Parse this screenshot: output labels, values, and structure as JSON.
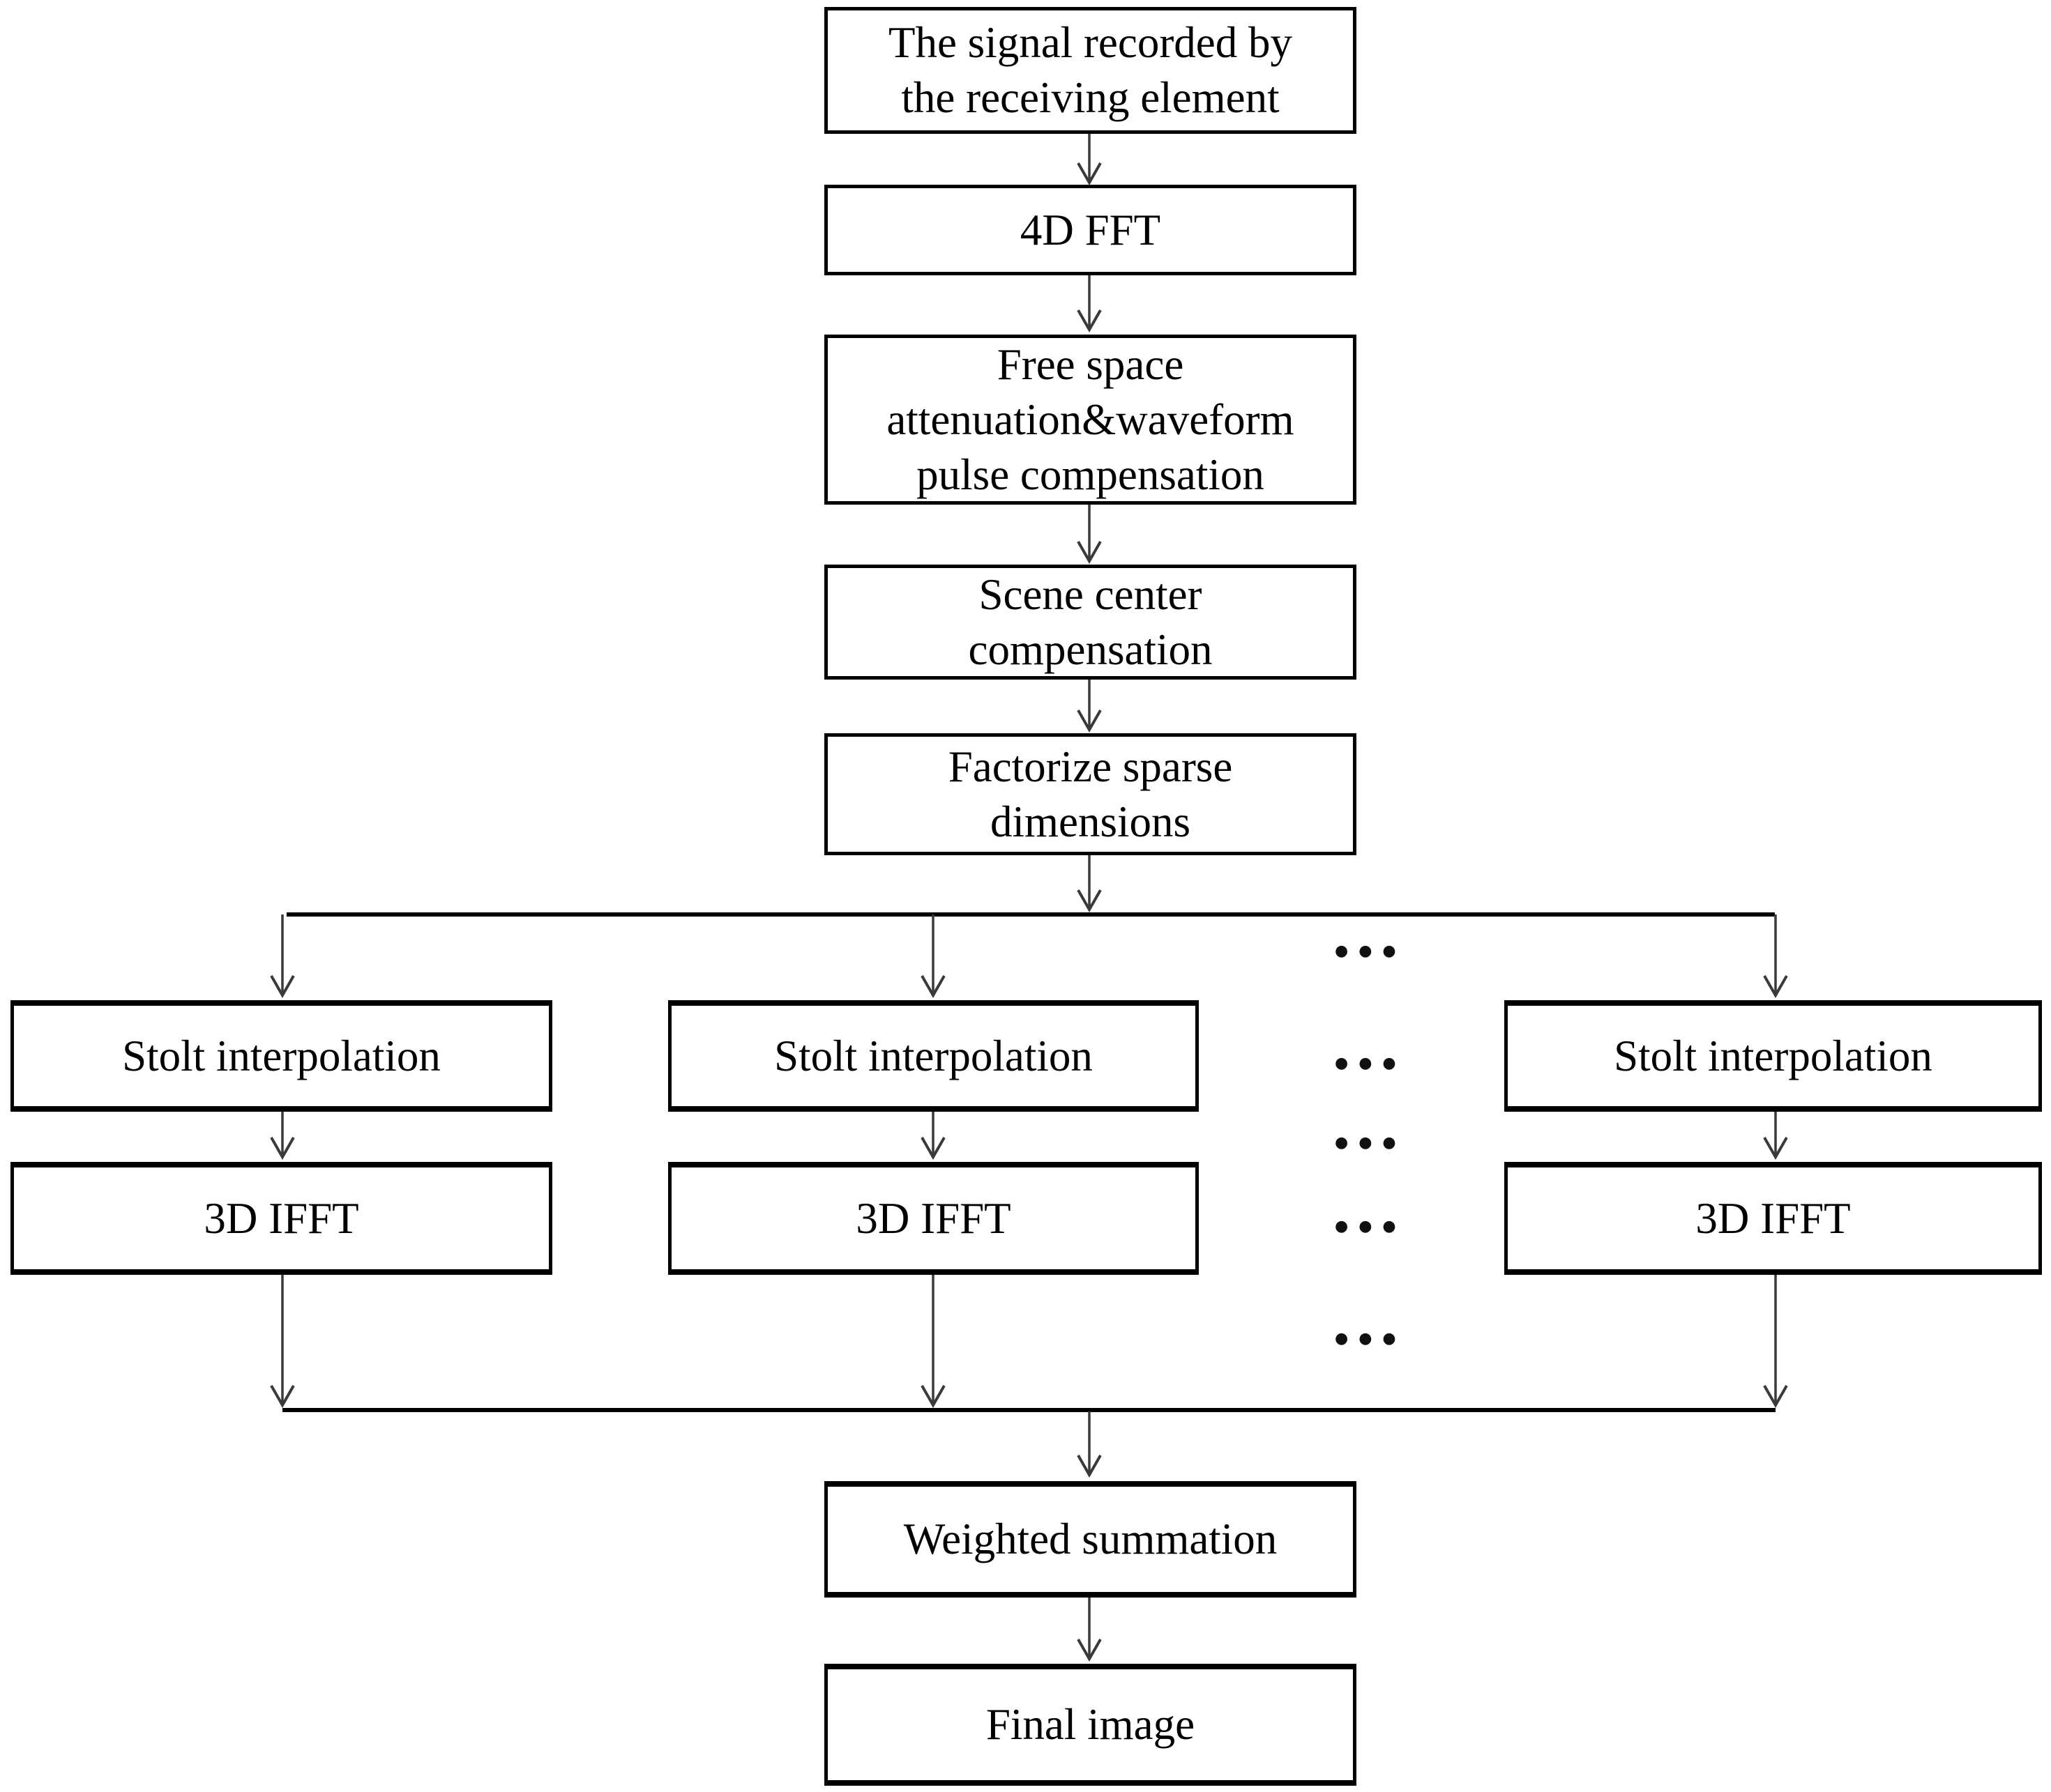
{
  "colors": {
    "background": "#ffffff",
    "box_border": "#000000",
    "connector_line": "#3a3a3a",
    "text": "#000000"
  },
  "ellipsis": "●●●",
  "nodes": {
    "signal": {
      "lines": [
        "The signal recorded by",
        "the receiving element"
      ]
    },
    "fft4d": {
      "lines": [
        "4D FFT"
      ]
    },
    "freespace": {
      "lines": [
        "Free space",
        "attenuation&waveform",
        "pulse compensation"
      ]
    },
    "scene": {
      "lines": [
        "Scene center",
        "compensation"
      ]
    },
    "factorize": {
      "lines": [
        "Factorize sparse",
        "dimensions"
      ]
    },
    "stolt1": {
      "lines": [
        "Stolt interpolation"
      ]
    },
    "stolt2": {
      "lines": [
        "Stolt interpolation"
      ]
    },
    "stolt3": {
      "lines": [
        "Stolt interpolation"
      ]
    },
    "ifft1": {
      "lines": [
        "3D IFFT"
      ]
    },
    "ifft2": {
      "lines": [
        "3D IFFT"
      ]
    },
    "ifft3": {
      "lines": [
        "3D IFFT"
      ]
    },
    "weighted": {
      "lines": [
        "Weighted summation"
      ]
    },
    "final": {
      "lines": [
        "Final image"
      ]
    }
  }
}
